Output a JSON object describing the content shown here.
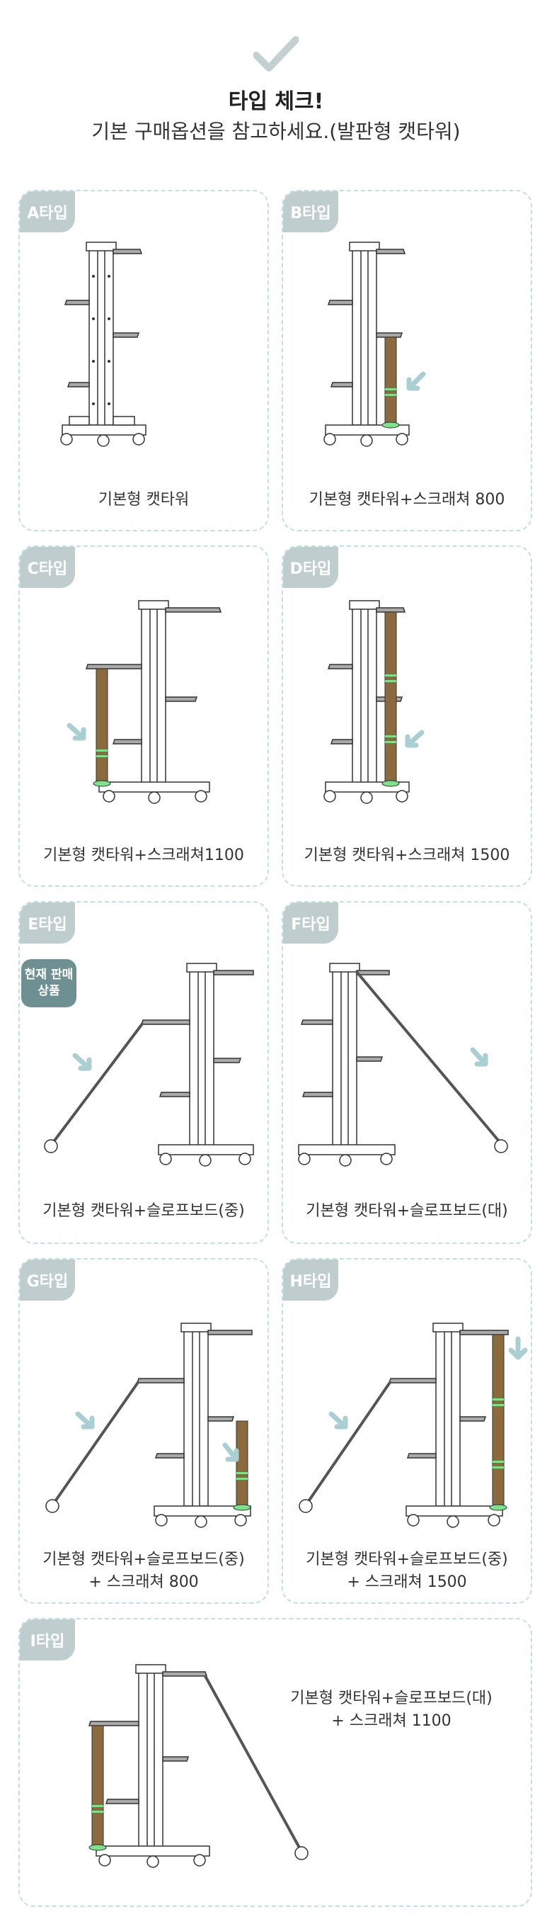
{
  "header": {
    "title": "타입 체크!",
    "subtitle": "기본 구매옵션을 참고하세요.(발판형 캣타워)"
  },
  "colors": {
    "card_border": "#bfe1e3",
    "tab_bg": "#bfcdce",
    "badge_bg": "#6f9092",
    "arrow": "#a9cfd2",
    "scratch": "#8b6a3d",
    "scratch_band": "#7be38a"
  },
  "cards": [
    {
      "tab": "A타입",
      "caption_line1": "기본형 캣타워",
      "caption_line2": ""
    },
    {
      "tab": "B타입",
      "caption_line1": "기본형 캣타워+스크래쳐 800",
      "caption_line2": ""
    },
    {
      "tab": "C타입",
      "caption_line1": "기본형 캣타워+스크래쳐1100",
      "caption_line2": ""
    },
    {
      "tab": "D타입",
      "caption_line1": "기본형 캣타워+스크래쳐 1500",
      "caption_line2": ""
    },
    {
      "tab": "E타입",
      "caption_line1": "기본형 캣타워+슬로프보드(중)",
      "caption_line2": "",
      "badge_line1": "현재 판매",
      "badge_line2": "상품"
    },
    {
      "tab": "F타입",
      "caption_line1": "기본형 캣타워+슬로프보드(대)",
      "caption_line2": ""
    },
    {
      "tab": "G타입",
      "caption_line1": "기본형 캣타워+슬로프보드(중)",
      "caption_line2": "+ 스크래쳐 800"
    },
    {
      "tab": "H타입",
      "caption_line1": "기본형 캣타워+슬로프보드(중)",
      "caption_line2": "+ 스크래쳐 1500"
    },
    {
      "tab": "I타입",
      "caption_line1": "기본형 캣타워+슬로프보드(대)",
      "caption_line2": "+ 스크래쳐 1100"
    }
  ]
}
